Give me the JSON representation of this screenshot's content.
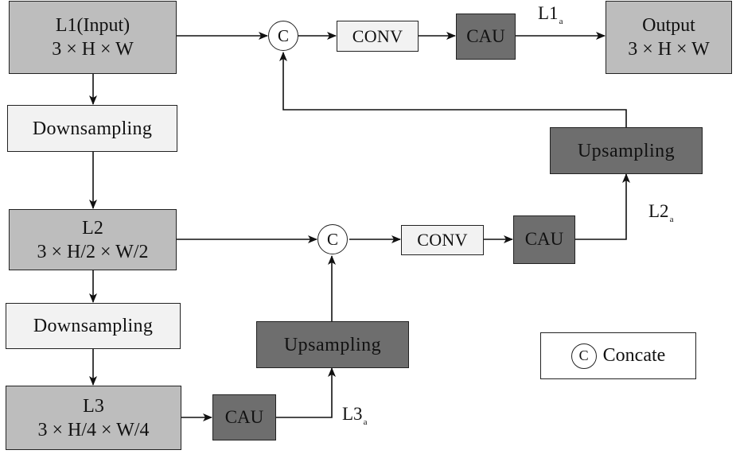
{
  "nodes": {
    "l1": {
      "title": "L1(Input)",
      "dims": "3 × H × W"
    },
    "output": {
      "title": "Output",
      "dims": "3 × H × W"
    },
    "l2": {
      "title": "L2",
      "dims": "3 × H/2 × W/2"
    },
    "l3": {
      "title": "L3",
      "dims": "3 × H/4 × W/4"
    },
    "down1": "Downsampling",
    "down2": "Downsampling",
    "up_top": "Upsampling",
    "up_bottom": "Upsampling",
    "conv_top": "CONV",
    "conv_mid": "CONV",
    "cau_top": "CAU",
    "cau_mid": "CAU",
    "cau_bottom": "CAU"
  },
  "concat_symbol": "C",
  "labels": {
    "l1a": {
      "base": "L1",
      "sub": "a"
    },
    "l2a": {
      "base": "L2",
      "sub": "a"
    },
    "l3a": {
      "base": "L3",
      "sub": "a"
    }
  },
  "legend": {
    "symbol": "C",
    "text": "Concate"
  },
  "colors": {
    "input_fill": "#bdbdbd",
    "light_fill": "#f2f2f2",
    "dark_fill": "#6e6e6e",
    "stroke": "#222222"
  }
}
